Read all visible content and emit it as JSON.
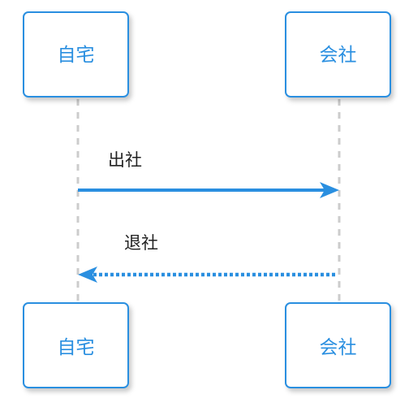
{
  "participants": [
    {
      "id": "home",
      "label": "自宅"
    },
    {
      "id": "office",
      "label": "会社"
    }
  ],
  "messages": [
    {
      "from": "home",
      "to": "office",
      "label": "出社",
      "style": "solid"
    },
    {
      "from": "office",
      "to": "home",
      "label": "退社",
      "style": "dotted"
    }
  ],
  "colors": {
    "box_border": "#2a8fe0",
    "box_text": "#2a8fe0",
    "arrow": "#2a8fe0",
    "lifeline": "#cccccc",
    "message_text": "#222222"
  }
}
